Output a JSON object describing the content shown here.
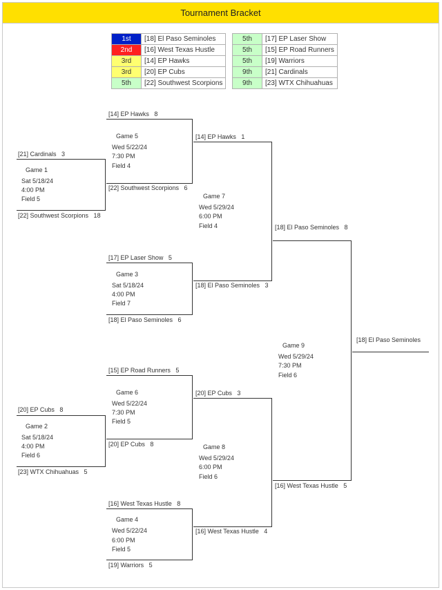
{
  "title": "Tournament Bracket",
  "colors": {
    "header": "#ffe000",
    "first": "#0020c8",
    "second": "#ff2020",
    "third": "#ffff70",
    "fifth": "#c8ffc8",
    "ninth": "#c8ffc8"
  },
  "standings_left": [
    {
      "place": "1st",
      "team": "[18] El Paso Seminoles",
      "style": "first"
    },
    {
      "place": "2nd",
      "team": "[16] West Texas Hustle",
      "style": "second"
    },
    {
      "place": "3rd",
      "team": "[14] EP Hawks",
      "style": "third"
    },
    {
      "place": "3rd",
      "team": "[20] EP Cubs",
      "style": "third"
    },
    {
      "place": "5th",
      "team": "[22] Southwest Scorpions",
      "style": "fifth"
    }
  ],
  "standings_right": [
    {
      "place": "5th",
      "team": "[17] EP Laser Show",
      "style": "fifth"
    },
    {
      "place": "5th",
      "team": "[15] EP Road Runners",
      "style": "fifth"
    },
    {
      "place": "5th",
      "team": "[19] Warriors",
      "style": "fifth"
    },
    {
      "place": "9th",
      "team": "[21] Cardinals",
      "style": "ninth"
    },
    {
      "place": "9th",
      "team": "[23] WTX Chihuahuas",
      "style": "ninth"
    }
  ],
  "games": {
    "g1": {
      "game": "Game 1",
      "date": "Sat 5/18/24",
      "time": "4:00 PM",
      "field": "Field 5",
      "top": "[21] Cardinals   3",
      "bottom": "[22] Southwest Scorpions   18"
    },
    "g2": {
      "game": "Game 2",
      "date": "Sat 5/18/24",
      "time": "4:00 PM",
      "field": "Field 6",
      "top": "[20] EP Cubs   8",
      "bottom": "[23] WTX Chihuahuas   5"
    },
    "g3": {
      "game": "Game 3",
      "date": "Sat 5/18/24",
      "time": "4:00 PM",
      "field": "Field 7",
      "top": "[17] EP Laser Show   5",
      "bottom": "[18] El Paso Seminoles   6"
    },
    "g4": {
      "game": "Game 4",
      "date": "Wed 5/22/24",
      "time": "6:00 PM",
      "field": "Field 5",
      "top": "[16] West Texas Hustle   8",
      "bottom": "[19] Warriors   5"
    },
    "g5": {
      "game": "Game 5",
      "date": "Wed 5/22/24",
      "time": "7:30 PM",
      "field": "Field 4",
      "top": "[14] EP Hawks   8",
      "bottom": "[22] Southwest Scorpions   6"
    },
    "g6": {
      "game": "Game 6",
      "date": "Wed 5/22/24",
      "time": "7:30 PM",
      "field": "Field 5",
      "top": "[15] EP Road Runners   5",
      "bottom": "[20] EP Cubs   8"
    },
    "g7": {
      "game": "Game 7",
      "date": "Wed 5/29/24",
      "time": "6:00 PM",
      "field": "Field 4",
      "top": "[14] EP Hawks   1",
      "bottom": "[18] El Paso Seminoles   3"
    },
    "g8": {
      "game": "Game 8",
      "date": "Wed 5/29/24",
      "time": "6:00 PM",
      "field": "Field 6",
      "top": "[20] EP Cubs   3",
      "bottom": "[16] West Texas Hustle   4"
    },
    "g9": {
      "game": "Game 9",
      "date": "Wed 5/29/24",
      "time": "7:30 PM",
      "field": "Field 6",
      "top": "[18] El Paso Seminoles   8",
      "bottom": "[16] West Texas Hustle   5"
    }
  },
  "champion": "[18] El Paso Seminoles"
}
